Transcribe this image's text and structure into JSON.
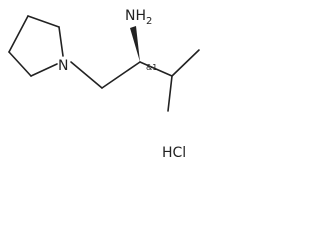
{
  "molecule": {
    "amine_label": "NH",
    "amine_subscript": "2",
    "ring_nitrogen_label": "N",
    "stereo_descriptor": "&1",
    "salt_label": "HCl"
  },
  "colors": {
    "ink": "#222222",
    "background": "#ffffff"
  }
}
